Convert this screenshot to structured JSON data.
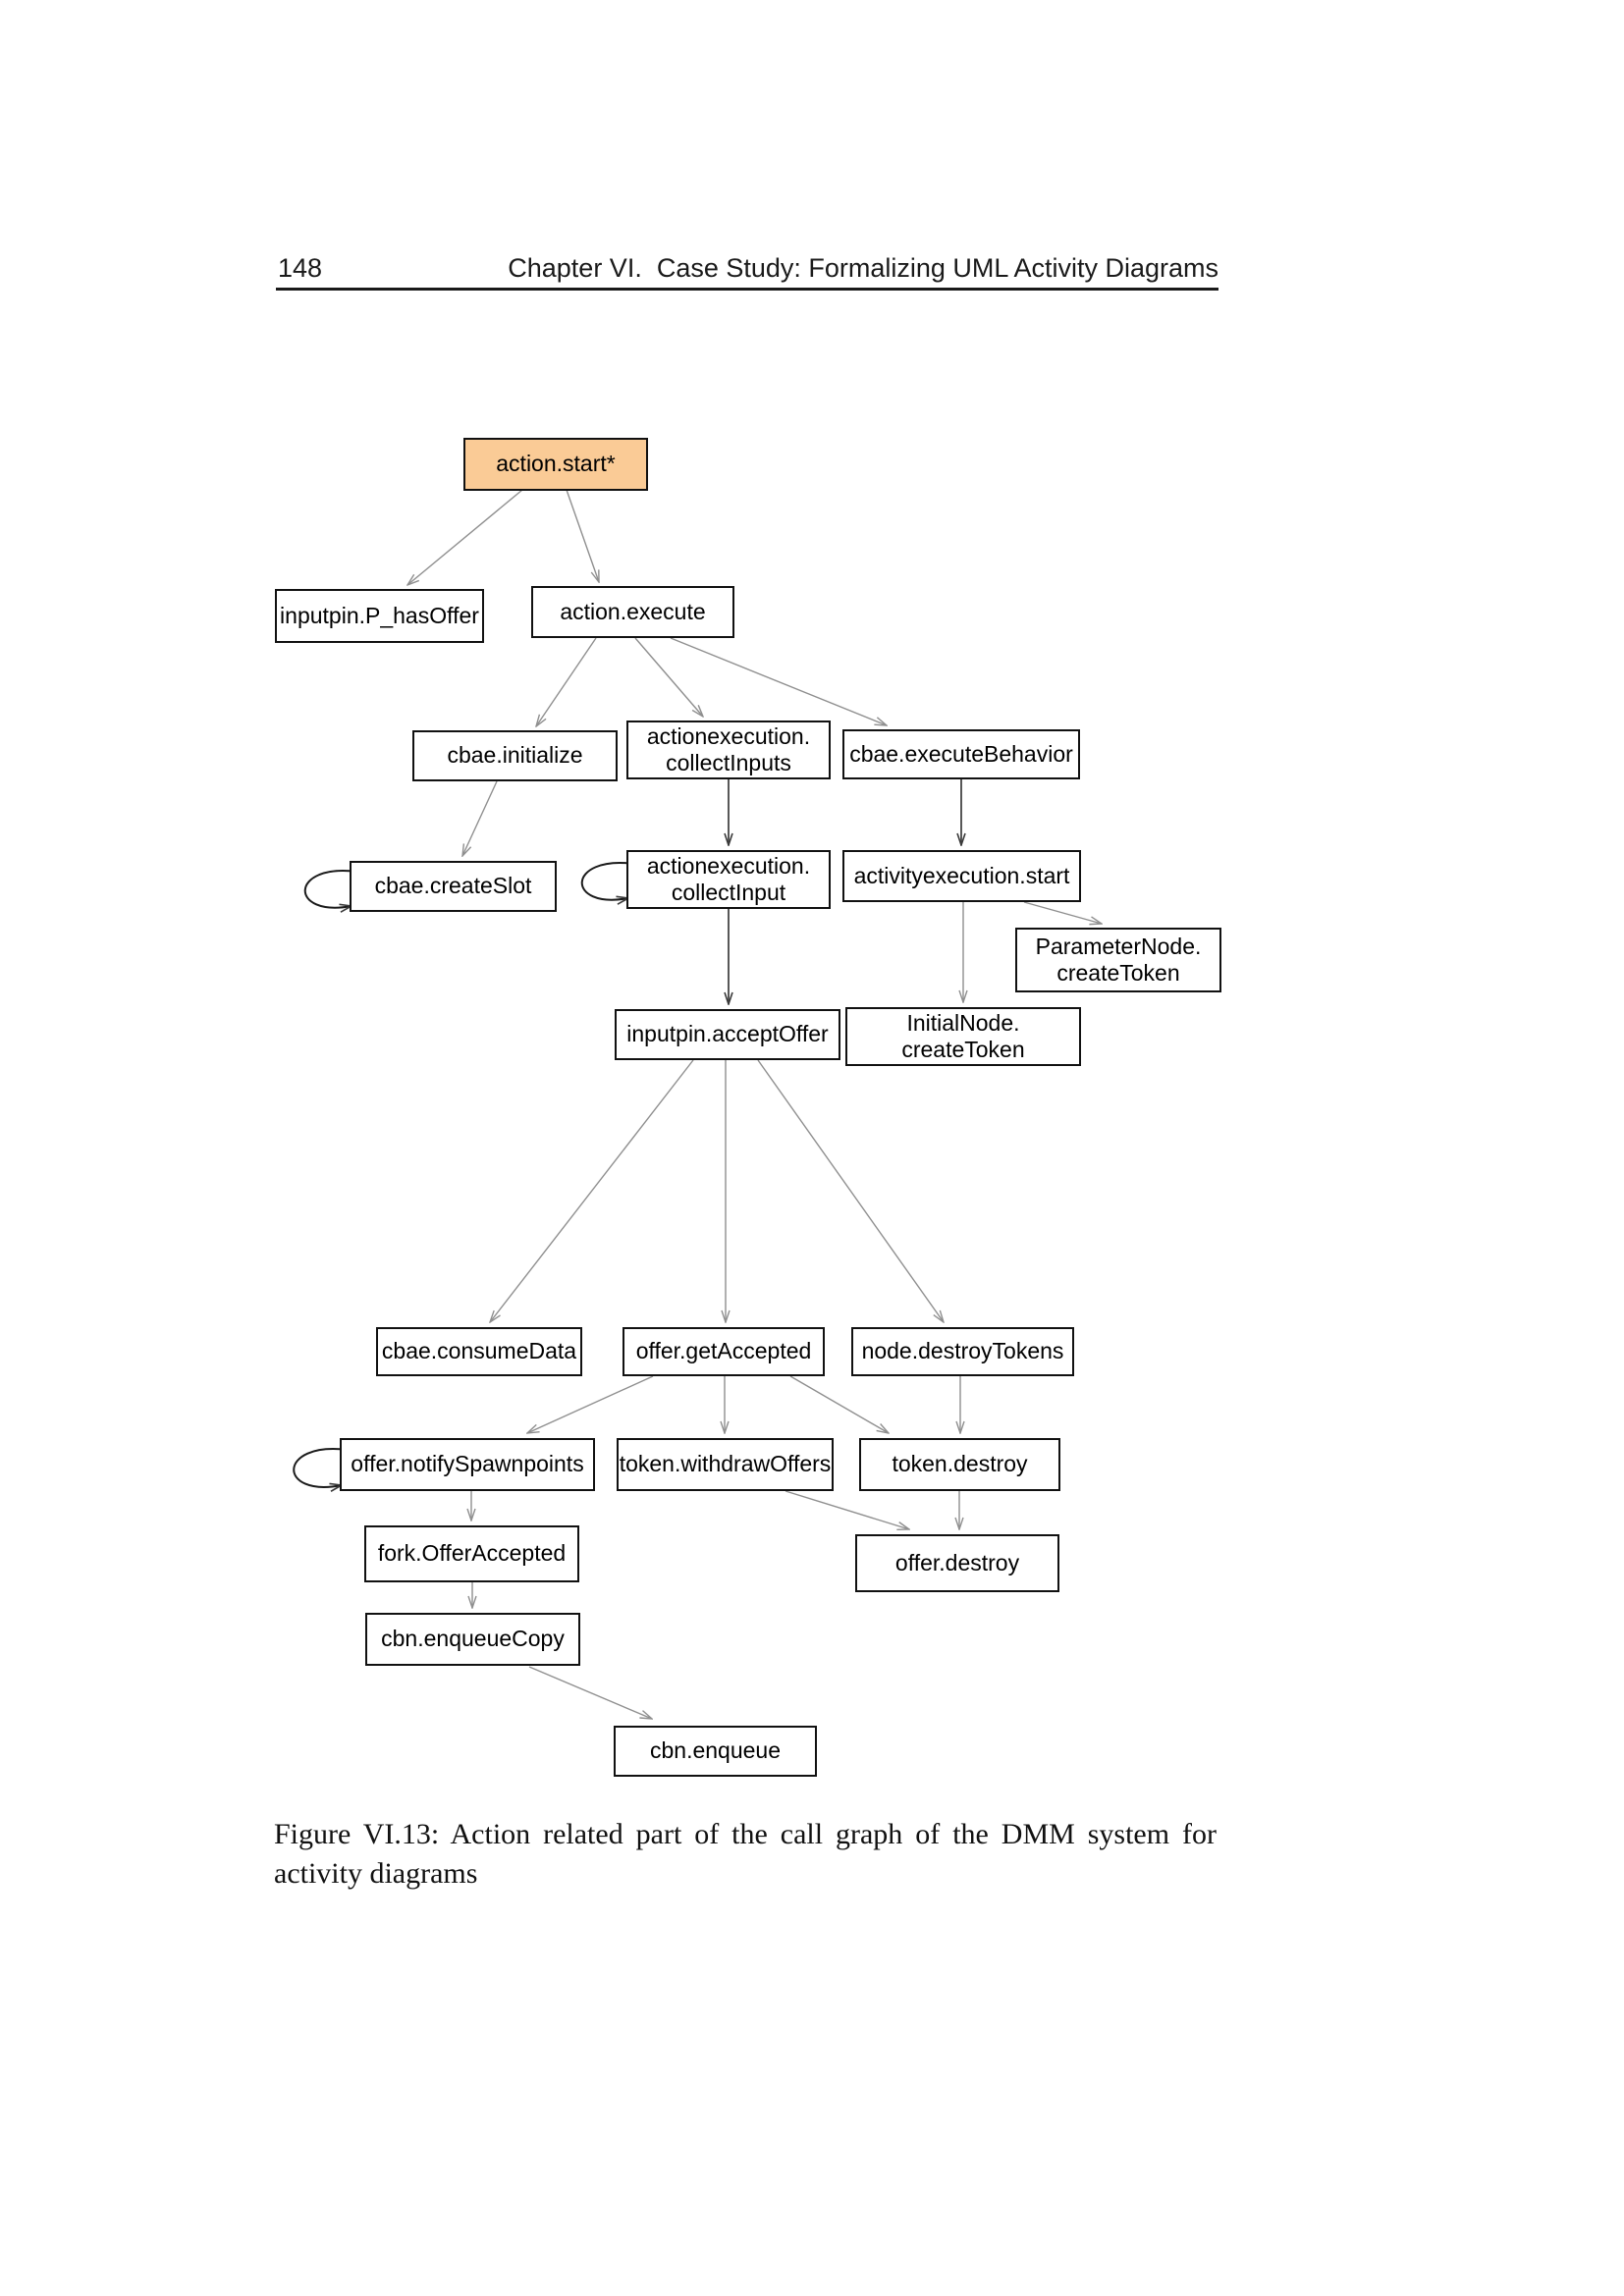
{
  "header": {
    "page_number": "148",
    "chapter_title": "Chapter VI.  Case Study: Formalizing UML Activity Diagrams"
  },
  "caption": {
    "line1": "Figure VI.13:  Action related part of the call graph of the DMM system for",
    "line2": "activity diagrams"
  },
  "colors": {
    "highlight_fill": "#FACB96",
    "box_border": "#111111",
    "edge_gray": "#8f8f8f",
    "edge_dark": "#3a3a3a",
    "self_loop": "#1a1a1a"
  },
  "diagram": {
    "nodes": [
      {
        "id": "action.start*",
        "line1": "action.start*",
        "highlighted": true
      },
      {
        "id": "inputpin.P_hasOffer",
        "line1": "inputpin.P_hasOffer"
      },
      {
        "id": "action.execute",
        "line1": "action.execute"
      },
      {
        "id": "cbae.initialize",
        "line1": "cbae.initialize"
      },
      {
        "id": "actionexecution.collectInputs",
        "line1": "actionexecution.",
        "line2": "collectInputs"
      },
      {
        "id": "cbae.executeBehavior",
        "line1": "cbae.executeBehavior"
      },
      {
        "id": "cbae.createSlot",
        "line1": "cbae.createSlot",
        "self_loop": true
      },
      {
        "id": "actionexecution.collectInput",
        "line1": "actionexecution.",
        "line2": "collectInput",
        "self_loop": true
      },
      {
        "id": "activityexecution.start",
        "line1": "activityexecution.start"
      },
      {
        "id": "ParameterNode.createToken",
        "line1": "ParameterNode.",
        "line2": "createToken"
      },
      {
        "id": "InitialNode.createToken",
        "line1": "InitialNode.",
        "line2": "createToken"
      },
      {
        "id": "inputpin.acceptOffer",
        "line1": "inputpin.acceptOffer"
      },
      {
        "id": "cbae.consumeData",
        "line1": "cbae.consumeData"
      },
      {
        "id": "offer.getAccepted",
        "line1": "offer.getAccepted"
      },
      {
        "id": "node.destroyTokens",
        "line1": "node.destroyTokens"
      },
      {
        "id": "offer.notifySpawnpoints",
        "line1": "offer.notifySpawnpoints",
        "self_loop": true
      },
      {
        "id": "token.withdrawOffers",
        "line1": "token.withdrawOffers"
      },
      {
        "id": "token.destroy",
        "line1": "token.destroy"
      },
      {
        "id": "fork.OfferAccepted",
        "line1": "fork.OfferAccepted"
      },
      {
        "id": "offer.destroy",
        "line1": "offer.destroy"
      },
      {
        "id": "cbn.enqueueCopy",
        "line1": "cbn.enqueueCopy"
      },
      {
        "id": "cbn.enqueue",
        "line1": "cbn.enqueue"
      }
    ],
    "edges": [
      {
        "from": "action.start*",
        "to": "inputpin.P_hasOffer"
      },
      {
        "from": "action.start*",
        "to": "action.execute"
      },
      {
        "from": "action.execute",
        "to": "cbae.initialize"
      },
      {
        "from": "action.execute",
        "to": "actionexecution.collectInputs"
      },
      {
        "from": "action.execute",
        "to": "cbae.executeBehavior"
      },
      {
        "from": "cbae.initialize",
        "to": "cbae.createSlot"
      },
      {
        "from": "actionexecution.collectInputs",
        "to": "actionexecution.collectInput"
      },
      {
        "from": "cbae.executeBehavior",
        "to": "activityexecution.start"
      },
      {
        "from": "actionexecution.collectInput",
        "to": "inputpin.acceptOffer"
      },
      {
        "from": "activityexecution.start",
        "to": "ParameterNode.createToken"
      },
      {
        "from": "activityexecution.start",
        "to": "InitialNode.createToken"
      },
      {
        "from": "inputpin.acceptOffer",
        "to": "cbae.consumeData"
      },
      {
        "from": "inputpin.acceptOffer",
        "to": "offer.getAccepted"
      },
      {
        "from": "inputpin.acceptOffer",
        "to": "node.destroyTokens"
      },
      {
        "from": "offer.getAccepted",
        "to": "offer.notifySpawnpoints"
      },
      {
        "from": "offer.getAccepted",
        "to": "token.withdrawOffers"
      },
      {
        "from": "offer.getAccepted",
        "to": "token.destroy"
      },
      {
        "from": "node.destroyTokens",
        "to": "token.destroy"
      },
      {
        "from": "offer.notifySpawnpoints",
        "to": "fork.OfferAccepted"
      },
      {
        "from": "token.withdrawOffers",
        "to": "offer.destroy"
      },
      {
        "from": "token.destroy",
        "to": "offer.destroy"
      },
      {
        "from": "fork.OfferAccepted",
        "to": "cbn.enqueueCopy"
      },
      {
        "from": "cbn.enqueueCopy",
        "to": "cbn.enqueue"
      }
    ],
    "self_loops": [
      "cbae.createSlot",
      "actionexecution.collectInput",
      "offer.notifySpawnpoints"
    ]
  }
}
